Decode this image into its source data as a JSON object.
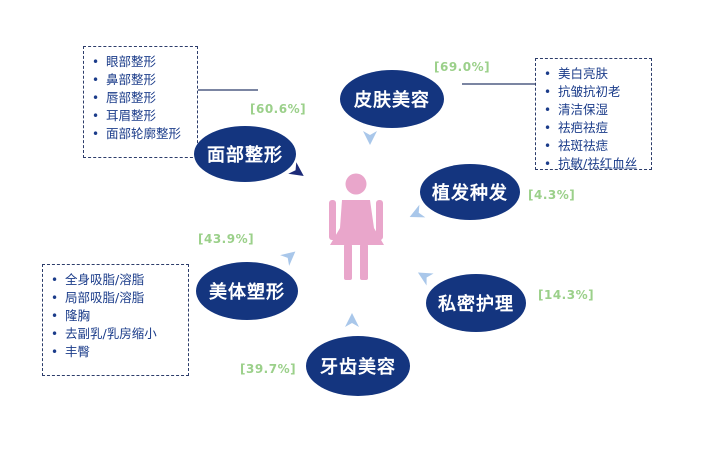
{
  "center_icon": "woman-icon",
  "colors": {
    "node": "#14357f",
    "percent": "#9bd08a",
    "arrow_light": "#a9c7ea",
    "arrow_dark": "#1c2a78",
    "figure": "#e9a6cb"
  },
  "nodes": {
    "face": {
      "label": "面部整形",
      "percent": "[60.6%]"
    },
    "skin": {
      "label": "皮肤美容",
      "percent": "[69.0%]"
    },
    "hair": {
      "label": "植发种发",
      "percent": "[4.3%]"
    },
    "body": {
      "label": "美体塑形",
      "percent": "[43.9%]"
    },
    "private": {
      "label": "私密护理",
      "percent": "[14.3%]"
    },
    "teeth": {
      "label": "牙齿美容",
      "percent": "[39.7%]"
    }
  },
  "lists": {
    "face": [
      "眼部整形",
      "鼻部整形",
      "唇部整形",
      "耳眉整形",
      "面部轮廓整形"
    ],
    "skin": [
      "美白亮肤",
      "抗皱抗初老",
      "清洁保湿",
      "祛疤祛痘",
      "祛斑祛痣",
      "抗敏/祛红血丝"
    ],
    "body": [
      "全身吸脂/溶脂",
      "局部吸脂/溶脂",
      "隆胸",
      "去副乳/乳房缩小",
      "丰臀"
    ]
  }
}
